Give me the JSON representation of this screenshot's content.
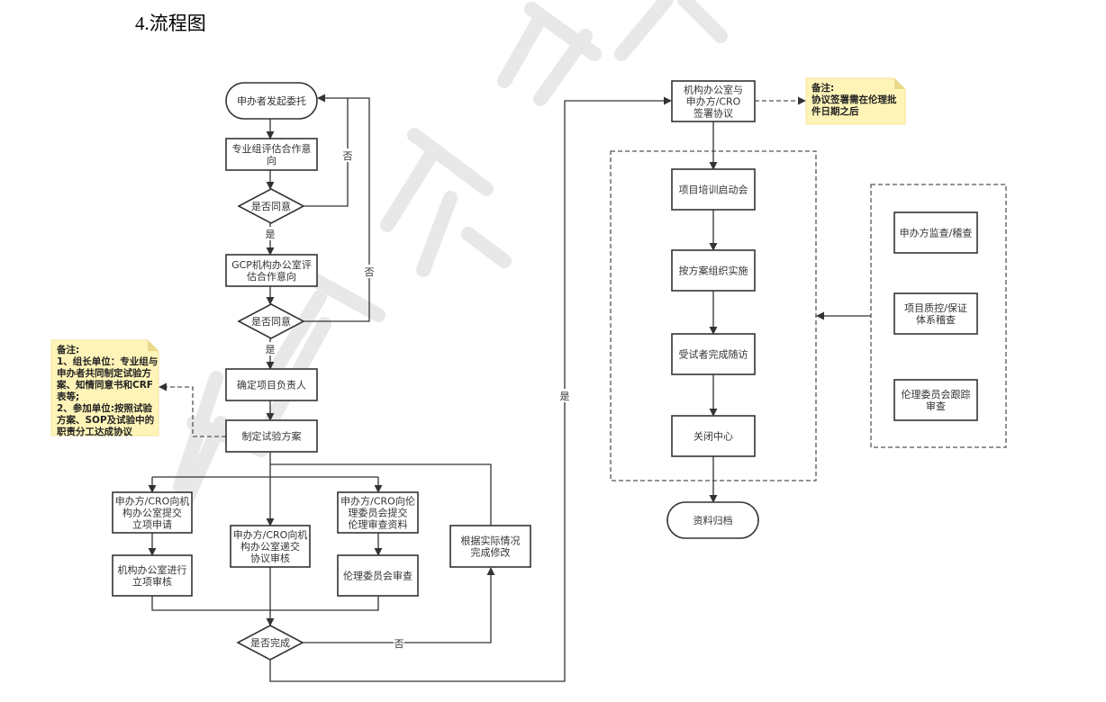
{
  "title": "4.流程图",
  "watermark": "成都市第五人民医院",
  "colors": {
    "stroke": "#333333",
    "note_fill": "#fff4b8",
    "watermark": "#e6e6e6"
  },
  "nodes": {
    "start": [
      "申办者发起委托"
    ],
    "expert_eval": [
      "专业组评估合作意",
      "向"
    ],
    "agree1": [
      "是否同意"
    ],
    "gcp_eval": [
      "GCP机构办公室评",
      "估合作意向"
    ],
    "agree2": [
      "是否同意"
    ],
    "pi": [
      "确定项目负责人"
    ],
    "protocol": [
      "制定试验方案"
    ],
    "submit_project": [
      "申办方/CRO向机",
      "构办公室提交",
      "立项申请"
    ],
    "project_review": [
      "机构办公室进行",
      "立项审核"
    ],
    "submit_contract": [
      "申办方/CRO向机",
      "构办公室递交",
      "协议审核"
    ],
    "submit_ethics": [
      "申办方/CRO向伦",
      "理委员会提交",
      "伦理审查资料"
    ],
    "ethics_review": [
      "伦理委员会审查"
    ],
    "revise": [
      "根据实际情况",
      "完成修改"
    ],
    "done": [
      "是否完成"
    ],
    "sign": [
      "机构办公室与",
      "申办方/CRO",
      "签署协议"
    ],
    "kickoff": [
      "项目培训启动会"
    ],
    "implement": [
      "按方案组织实施"
    ],
    "followup": [
      "受试者完成随访"
    ],
    "close": [
      "关闭中心"
    ],
    "archive": [
      "资料归档"
    ],
    "monitor": [
      "申办方监查/稽查"
    ],
    "qa": [
      "项目质控/保证",
      "体系稽查"
    ],
    "ethics_track": [
      "伦理委员会跟踪",
      "审查"
    ]
  },
  "notes": {
    "left": [
      "备注:",
      "1、组长单位：专业组与",
      "申办者共同制定试验方",
      "案、知情同意书和CRF",
      "表等;",
      "2、参加单位:按照试验",
      "方案、SOP及试验中的",
      "职责分工达成协议"
    ],
    "right": [
      "备注:",
      "协议签署需在伦理批",
      "件日期之后"
    ]
  },
  "edge_labels": {
    "yes1": "是",
    "no1": "否",
    "yes2": "是",
    "no2": "否",
    "no_done": "否",
    "yes_done": "是"
  }
}
